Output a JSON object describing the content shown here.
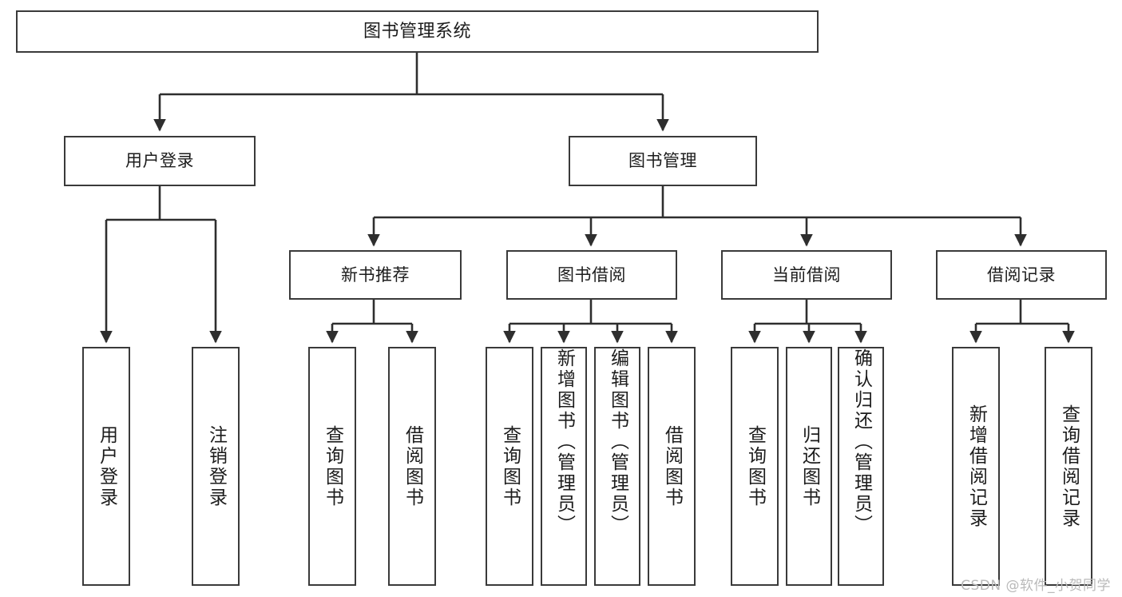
{
  "diagram": {
    "title": "图书管理系统",
    "type": "tree-hierarchy-diagram",
    "watermark": "CSDN @软件_小贺同学",
    "colors": {
      "box_border": "#3a3a3a",
      "box_fill": "#ffffff",
      "connector": "#2e2e2e",
      "text": "#1c1c1c",
      "watermark": "#b9b9b9",
      "background": "#ffffff"
    },
    "levels": {
      "level1": [
        "图书管理系统"
      ],
      "level2": [
        "用户登录",
        "图书管理"
      ],
      "level3": [
        "新书推荐",
        "图书借阅",
        "当前借阅",
        "借阅记录"
      ],
      "level4": [
        "用户登录",
        "注销登录",
        "查询图书",
        "借阅图书",
        "查询图书",
        "新增图书（管理员）",
        "编辑图书（管理员）",
        "借阅图书",
        "查询图书",
        "归还图书",
        "确认归还（管理员）",
        "新增借阅记录",
        "查询借阅记录"
      ]
    },
    "nodes": {
      "root": {
        "label": "图书管理系统"
      },
      "user_login": {
        "label": "用户登录"
      },
      "book_manage": {
        "label": "图书管理"
      },
      "new_book_rec": {
        "label": "新书推荐"
      },
      "book_borrow": {
        "label": "图书借阅"
      },
      "current_borrow": {
        "label": "当前借阅"
      },
      "borrow_record": {
        "label": "借阅记录"
      },
      "leaf_user_login": {
        "label": "用户登录"
      },
      "leaf_logout": {
        "label": "注销登录"
      },
      "leaf_query_book_1": {
        "label": "查询图书"
      },
      "leaf_borrow_book_1": {
        "label": "借阅图书"
      },
      "leaf_query_book_2": {
        "label": "查询图书"
      },
      "leaf_add_book": {
        "label": "新增图书（管理员）"
      },
      "leaf_edit_book": {
        "label": "编辑图书（管理员）"
      },
      "leaf_borrow_book_2": {
        "label": "借阅图书"
      },
      "leaf_query_book_3": {
        "label": "查询图书"
      },
      "leaf_return_book": {
        "label": "归还图书"
      },
      "leaf_confirm_return": {
        "label": "确认归还（管理员）"
      },
      "leaf_add_record": {
        "label": "新增借阅记录"
      },
      "leaf_query_record": {
        "label": "查询借阅记录"
      }
    }
  }
}
